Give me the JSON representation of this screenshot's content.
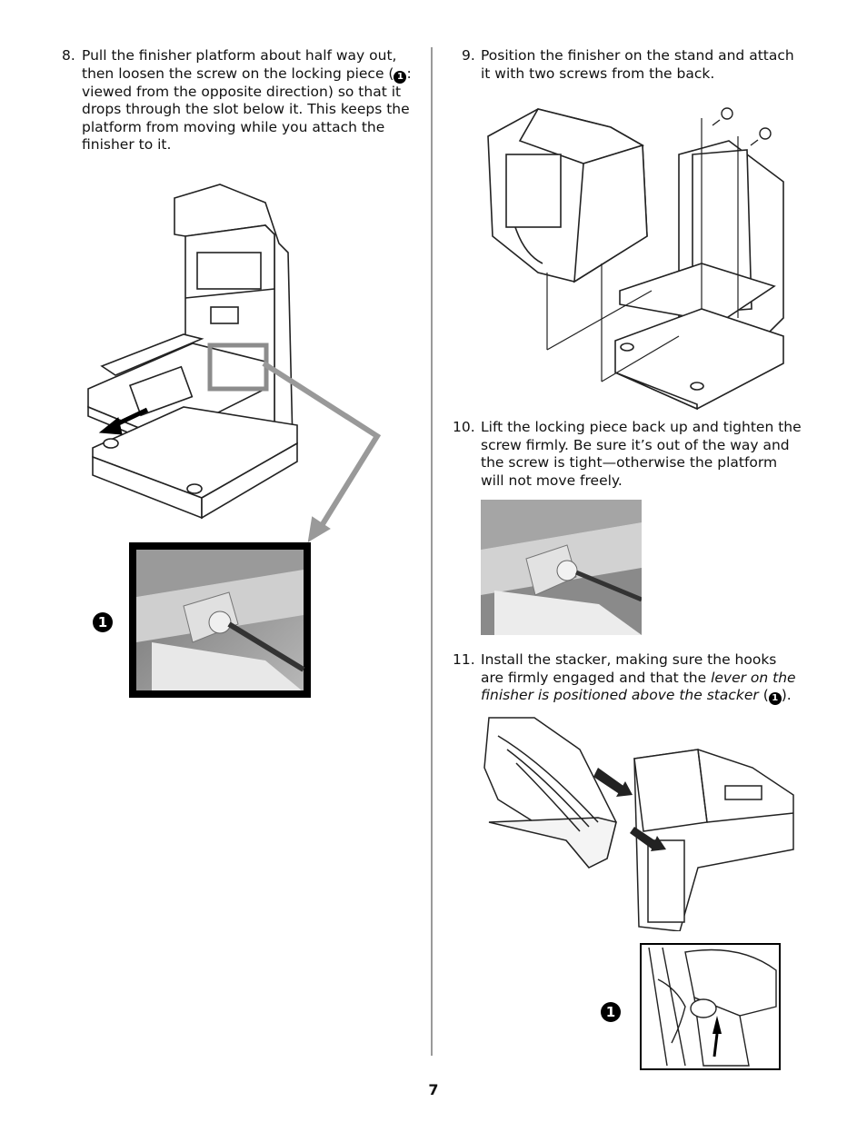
{
  "steps": [
    {
      "number": "8.",
      "line1": "Pull the finisher platform about half way out,",
      "line2_pre": "then loosen the screw on the locking piece (",
      "callout": "1",
      "line2_post": ":",
      "rest": [
        "viewed from the opposite direction) so that it",
        "drops through the slot below it. This keeps the",
        "platform from moving while you attach the",
        "finisher to it."
      ]
    },
    {
      "number": "9.",
      "lines": [
        "Position the finisher on the stand and attach",
        "it with two screws from the back."
      ]
    },
    {
      "number": "10.",
      "lines": [
        "Lift the locking piece back up and tighten the",
        "screw firmly. Be sure it’s out of the way and",
        "the screw is tight—otherwise the platform",
        "will not move freely."
      ]
    },
    {
      "number": "11.",
      "line1": "Install the stacker, making sure the hooks",
      "line2_pre": "are firmly engaged and that the ",
      "line2_em": "lever on the",
      "line3_em": "finisher is positioned above the stacker",
      "line3_pre": " (",
      "callout": "1",
      "line3_post": ")."
    }
  ],
  "callouts": {
    "left_photo": "1",
    "right_detail": "1"
  },
  "page_number": "7"
}
